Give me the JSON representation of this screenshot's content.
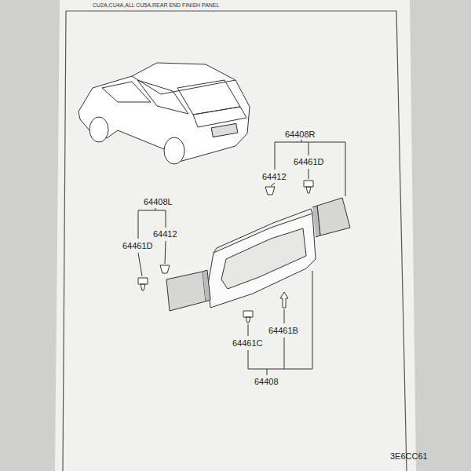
{
  "diagram": {
    "title": "CU2A,CU4A,ALL CU5A.REAR END FINISH PANEL",
    "labels": [
      "64408R",
      "64461D",
      "64412",
      "64408L",
      "64412",
      "64461D",
      "64461C",
      "64461B",
      "64408",
      "3E6CC61"
    ]
  }
}
